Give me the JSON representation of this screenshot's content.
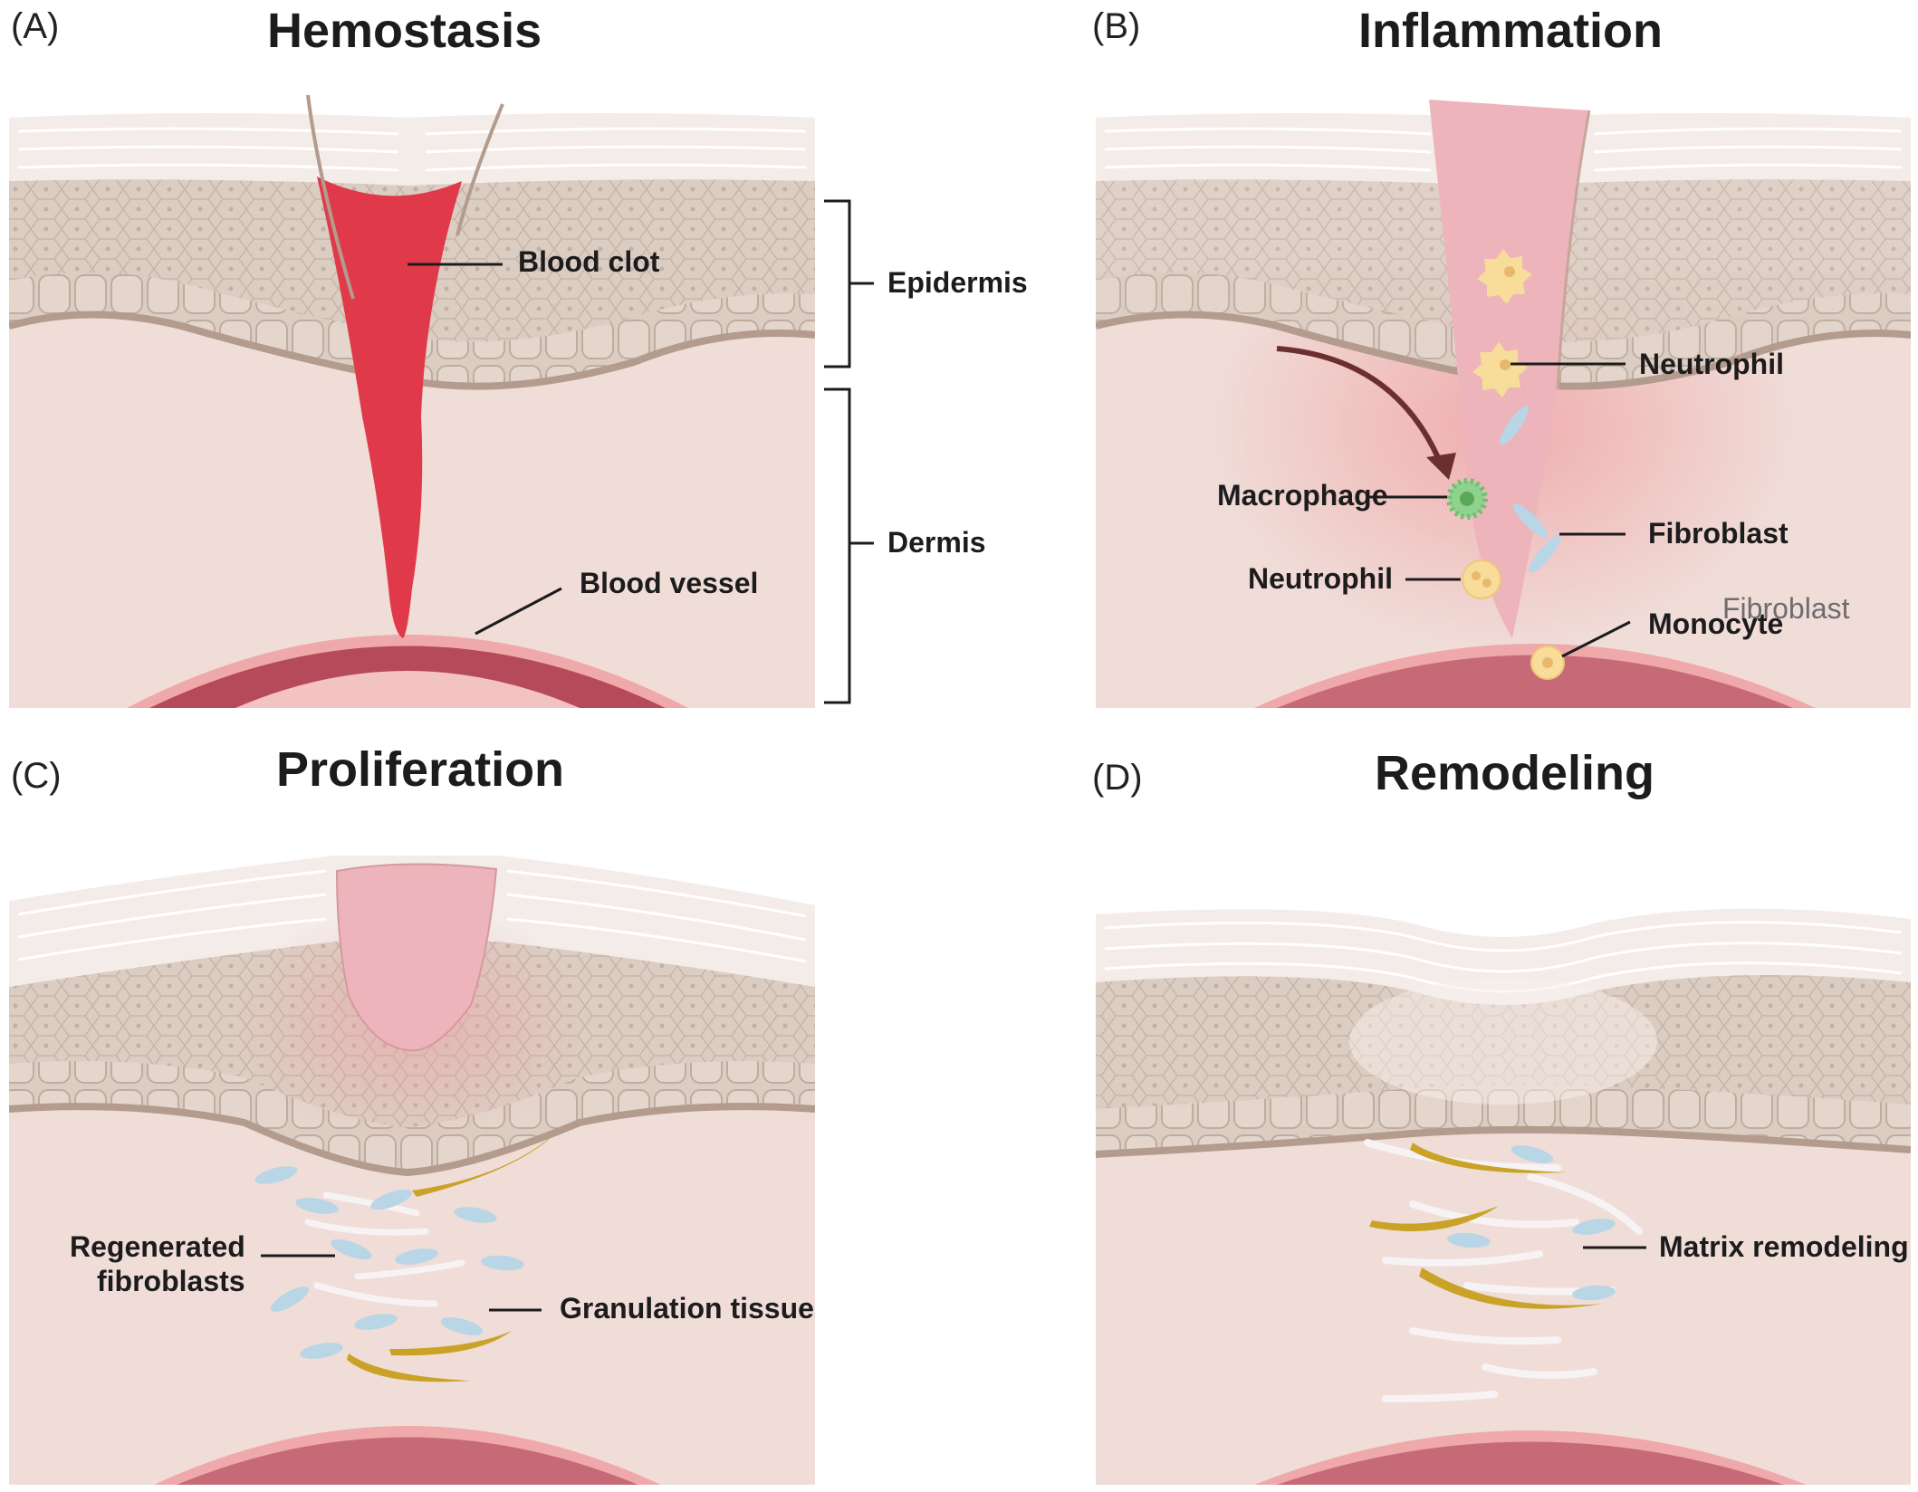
{
  "panels": [
    {
      "letter": "(A)",
      "title": "Hemostasis"
    },
    {
      "letter": "(B)",
      "title": "Inflammation"
    },
    {
      "letter": "(C)",
      "title": "Proliferation"
    },
    {
      "letter": "(D)",
      "title": "Remodeling"
    }
  ],
  "labels": {
    "blood_clot": "Blood clot",
    "blood_vessel": "Blood vessel",
    "epidermis": "Epidermis",
    "dermis": "Dermis",
    "neutrophil_top": "Neutrophil",
    "macrophage": "Macrophage",
    "fibroblast": "Fibroblast",
    "neutrophil_low": "Neutrophil",
    "fibroblast_faint": "Fibroblast",
    "monocyte": "Monocyte",
    "regenerated_line1": "Regenerated",
    "regenerated_line2": "fibroblasts",
    "granulation_tissue": "Granulation tissue",
    "matrix_remodeling": "Matrix remodeling"
  },
  "colors": {
    "stratum": "#f3ece8",
    "epidermis": "#dccdc3",
    "cell_line": "#b9a699",
    "dermis": "#f0ddd8",
    "vessel_outer": "#f0a9aa",
    "vessel_wall": "#b54a5a",
    "clot": "#e03a4a",
    "wound_pink": "#eeb4bb",
    "collagen": "#c9a227",
    "fibroblast": "#b9d6e6",
    "neutrophil": "#f7dc9a",
    "macrophage": "#8fd18f"
  }
}
